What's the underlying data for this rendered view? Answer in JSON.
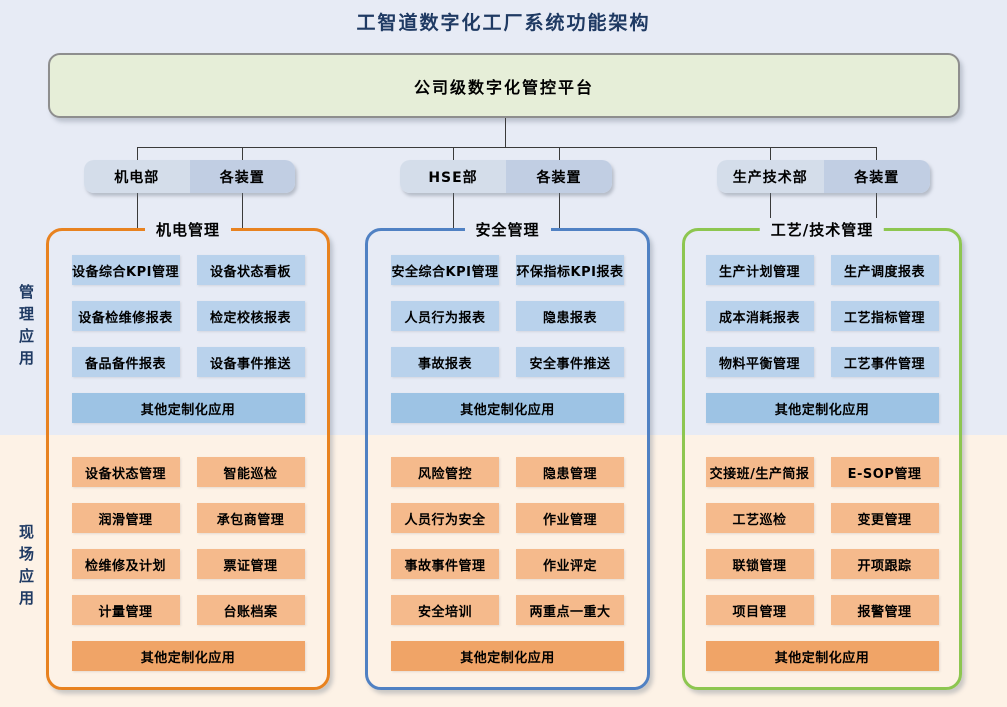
{
  "title": "工智道数字化工厂系统功能架构",
  "platform": {
    "label": "公司级数字化管控平台"
  },
  "side_labels": {
    "management": "管理应用",
    "field": "现场应用"
  },
  "departments": [
    {
      "dept": "机电部",
      "unit": "各装置"
    },
    {
      "dept": "HSE部",
      "unit": "各装置"
    },
    {
      "dept": "生产技术部",
      "unit": "各装置"
    }
  ],
  "columns": [
    {
      "header": "机电管理",
      "accent": "#e8821f",
      "management_apps": [
        "设备综合KPI管理",
        "设备状态看板",
        "设备检维修报表",
        "检定校核报表",
        "备品备件报表",
        "设备事件推送"
      ],
      "management_other": "其他定制化应用",
      "field_apps": [
        "设备状态管理",
        "智能巡检",
        "润滑管理",
        "承包商管理",
        "检维修及计划",
        "票证管理",
        "计量管理",
        "台账档案"
      ],
      "field_other": "其他定制化应用"
    },
    {
      "header": "安全管理",
      "accent": "#5081c3",
      "management_apps": [
        "安全综合KPI管理",
        "环保指标KPI报表",
        "人员行为报表",
        "隐患报表",
        "事故报表",
        "安全事件推送"
      ],
      "management_other": "其他定制化应用",
      "field_apps": [
        "风险管控",
        "隐患管理",
        "人员行为安全",
        "作业管理",
        "事故事件管理",
        "作业评定",
        "安全培训",
        "两重点一重大"
      ],
      "field_other": "其他定制化应用"
    },
    {
      "header": "工艺/技术管理",
      "accent": "#8dc650",
      "management_apps": [
        "生产计划管理",
        "生产调度报表",
        "成本消耗报表",
        "工艺指标管理",
        "物料平衡管理",
        "工艺事件管理"
      ],
      "management_other": "其他定制化应用",
      "field_apps": [
        "交接班/生产简报",
        "E-SOP管理",
        "工艺巡检",
        "变更管理",
        "联锁管理",
        "开项跟踪",
        "项目管理",
        "报警管理"
      ],
      "field_other": "其他定制化应用"
    }
  ],
  "colors": {
    "title_text": "#1f3a63",
    "band_management": "#e7ebf5",
    "band_field": "#fdf2e6",
    "platform_bg": "#e6eed8",
    "platform_border": "#8e8e8e",
    "dept_bg": "#d4ddea",
    "unit_bg": "#c1cee3",
    "management_box": "#b9d2ec",
    "management_other_box": "#9dc3e4",
    "field_box": "#f5ba8c",
    "field_other_box": "#f0a467",
    "connector": "#3a3a3a",
    "accent_mechanical": "#e8821f",
    "accent_safety": "#5081c3",
    "accent_process": "#8dc650"
  }
}
